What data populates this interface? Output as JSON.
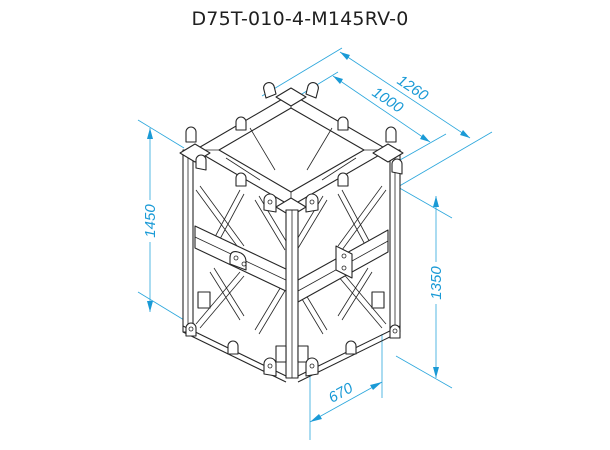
{
  "title": "D75T-010-4-M145RV-0",
  "dimensions": {
    "outer_width": "1260",
    "inner_width": "1000",
    "total_height": "1450",
    "frame_height": "1350",
    "side_depth": "670"
  },
  "colors": {
    "dimension_lines": "#2aa6dc",
    "dimension_text": "#1a9ad6",
    "drawing_lines": "#262626",
    "title_text": "#1f1f1f"
  }
}
